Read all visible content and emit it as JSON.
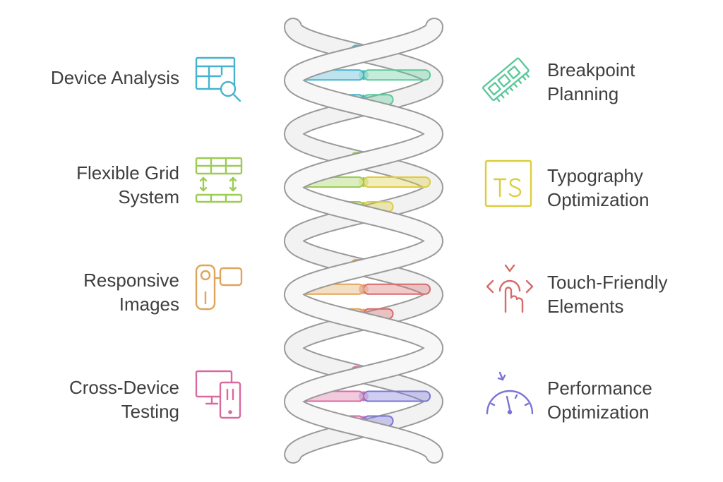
{
  "items": [
    {
      "id": "device-analysis",
      "lines": [
        "Device Analysis"
      ],
      "icon": "table-search-icon",
      "color": "#45b3cf"
    },
    {
      "id": "breakpoint-planning",
      "lines": [
        "Breakpoint",
        "Planning"
      ],
      "icon": "memory-chip-icon",
      "color": "#5cc99a"
    },
    {
      "id": "flexible-grid-system",
      "lines": [
        "Flexible Grid",
        "System"
      ],
      "icon": "grid-layout-icon",
      "color": "#9ccc54"
    },
    {
      "id": "typography-optimization",
      "lines": [
        "Typography",
        "Optimization"
      ],
      "icon": "typescript-icon",
      "color": "#dccd3c"
    },
    {
      "id": "responsive-images",
      "lines": [
        "Responsive",
        "Images"
      ],
      "icon": "video-camera-icon",
      "color": "#e0a45a"
    },
    {
      "id": "touch-friendly-elements",
      "lines": [
        "Touch-Friendly",
        "Elements"
      ],
      "icon": "touch-tap-icon",
      "color": "#d86a6a"
    },
    {
      "id": "cross-device-testing",
      "lines": [
        "Cross-Device",
        "Testing"
      ],
      "icon": "desktop-mobile-icon",
      "color": "#d96aa0"
    },
    {
      "id": "performance-optimization",
      "lines": [
        "Performance",
        "Optimization"
      ],
      "icon": "speedometer-icon",
      "color": "#7a74d6"
    }
  ],
  "helix": {
    "strand_color": "#cfcfcf",
    "rung_colors": [
      [
        "#45b3cf",
        "#5cc99a"
      ],
      [
        "#9ccc54",
        "#dccd3c"
      ],
      [
        "#e0a45a",
        "#d86a6a"
      ],
      [
        "#d96aa0",
        "#7a74d6"
      ]
    ]
  }
}
